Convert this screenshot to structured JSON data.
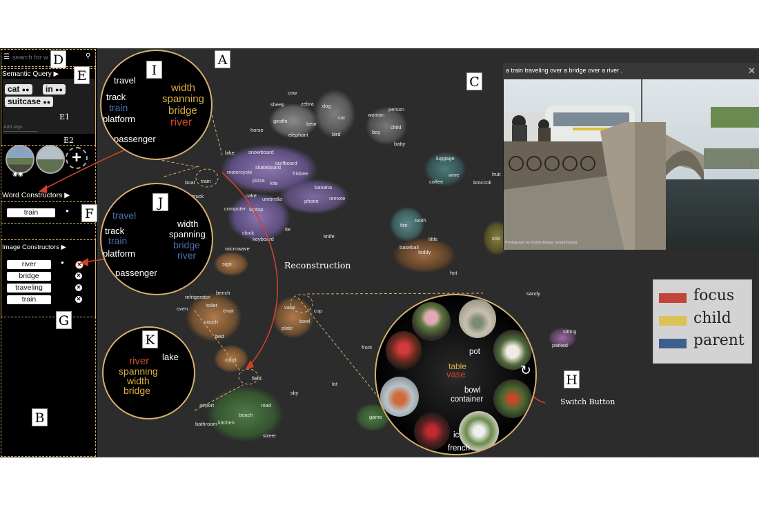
{
  "sidebar": {
    "search_placeholder": "search for w",
    "semantic_query_label": "Semantic Query ▶",
    "query_tags": [
      {
        "label": "cat"
      },
      {
        "label": "in"
      },
      {
        "label": "suitcase"
      }
    ],
    "add_tags_placeholder": "Add tags...",
    "word_constructors_label": "Word Constructors ▶",
    "word_constructor_value": "train",
    "image_constructors_label": "Image Constructors ▶",
    "image_constructor_words": [
      "river",
      "bridge",
      "traveling",
      "train"
    ]
  },
  "markers": {
    "A": "A",
    "B": "B",
    "C": "C",
    "D": "D",
    "E": "E",
    "E1": "E1",
    "E2": "E2",
    "F": "F",
    "G": "G",
    "H": "H",
    "I": "I",
    "J": "J",
    "K": "K"
  },
  "annotations": {
    "reconstruction": "Reconstruction",
    "switch_button": "Switch Button"
  },
  "caption": "a train traveling over a bridge over a river .",
  "image_credit": "Photograph by Dublin Bridge (unattributed)",
  "lens_i": {
    "words": [
      {
        "text": "travel",
        "role": "plain"
      },
      {
        "text": "track",
        "role": "plain"
      },
      {
        "text": "train",
        "role": "parent"
      },
      {
        "text": "platform",
        "role": "plain"
      },
      {
        "text": "passenger",
        "role": "plain"
      },
      {
        "text": "width",
        "role": "child"
      },
      {
        "text": "spanning",
        "role": "child"
      },
      {
        "text": "bridge",
        "role": "child"
      },
      {
        "text": "river",
        "role": "focus"
      }
    ]
  },
  "lens_j": {
    "words": [
      {
        "text": "travel",
        "role": "parent"
      },
      {
        "text": "track",
        "role": "plain"
      },
      {
        "text": "train",
        "role": "parent"
      },
      {
        "text": "platform",
        "role": "plain"
      },
      {
        "text": "passenger",
        "role": "plain"
      },
      {
        "text": "width",
        "role": "plain"
      },
      {
        "text": "spanning",
        "role": "plain"
      },
      {
        "text": "bridge",
        "role": "parent"
      },
      {
        "text": "river",
        "role": "parent"
      }
    ]
  },
  "lens_k": {
    "words": [
      {
        "text": "lake",
        "role": "plain"
      },
      {
        "text": "river",
        "role": "focus"
      },
      {
        "text": "spanning",
        "role": "child"
      },
      {
        "text": "width",
        "role": "child"
      },
      {
        "text": "bridge",
        "role": "child"
      }
    ]
  },
  "lens_h": {
    "words": [
      {
        "text": "pot",
        "role": "plain"
      },
      {
        "text": "table",
        "role": "child"
      },
      {
        "text": "vase",
        "role": "focus"
      },
      {
        "text": "bowl",
        "role": "plain"
      },
      {
        "text": "container",
        "role": "plain"
      },
      {
        "text": "ic",
        "role": "plain"
      },
      {
        "text": "french",
        "role": "plain"
      }
    ]
  },
  "map_words": [
    "cow",
    "sheep",
    "zebra",
    "dog",
    "giraffe",
    "bear",
    "cat",
    "horse",
    "elephant",
    "bird",
    "woman",
    "person",
    "boy",
    "child",
    "baby",
    "bike",
    "snowboard",
    "surfboard",
    "skateboard",
    "frisbee",
    "motorcycle",
    "boat",
    "train",
    "pizza",
    "kite",
    "banana",
    "truck",
    "cake",
    "umbrella",
    "phone",
    "remote",
    "computer",
    "laptop",
    "tie",
    "clock",
    "keyboard",
    "knife",
    "microwave",
    "luggage",
    "wine",
    "coffee",
    "broccoli",
    "fruit",
    "tooth",
    "fire",
    "baseball",
    "little",
    "teddy",
    "hot",
    "sign",
    "bench",
    "refrigerator",
    "toilet",
    "oven",
    "chair",
    "couch",
    "bed",
    "vase",
    "cup",
    "bowl",
    "plate",
    "court",
    "field",
    "front",
    "sandy",
    "sitting",
    "parked",
    "sky",
    "lot",
    "road",
    "airport",
    "beach",
    "bathroom",
    "kitchen",
    "street",
    "game",
    "sno"
  ],
  "legend": [
    {
      "label": "focus",
      "color": "#c0453a"
    },
    {
      "label": "child",
      "color": "#dcc255"
    },
    {
      "label": "parent",
      "color": "#3e5e8e"
    }
  ]
}
